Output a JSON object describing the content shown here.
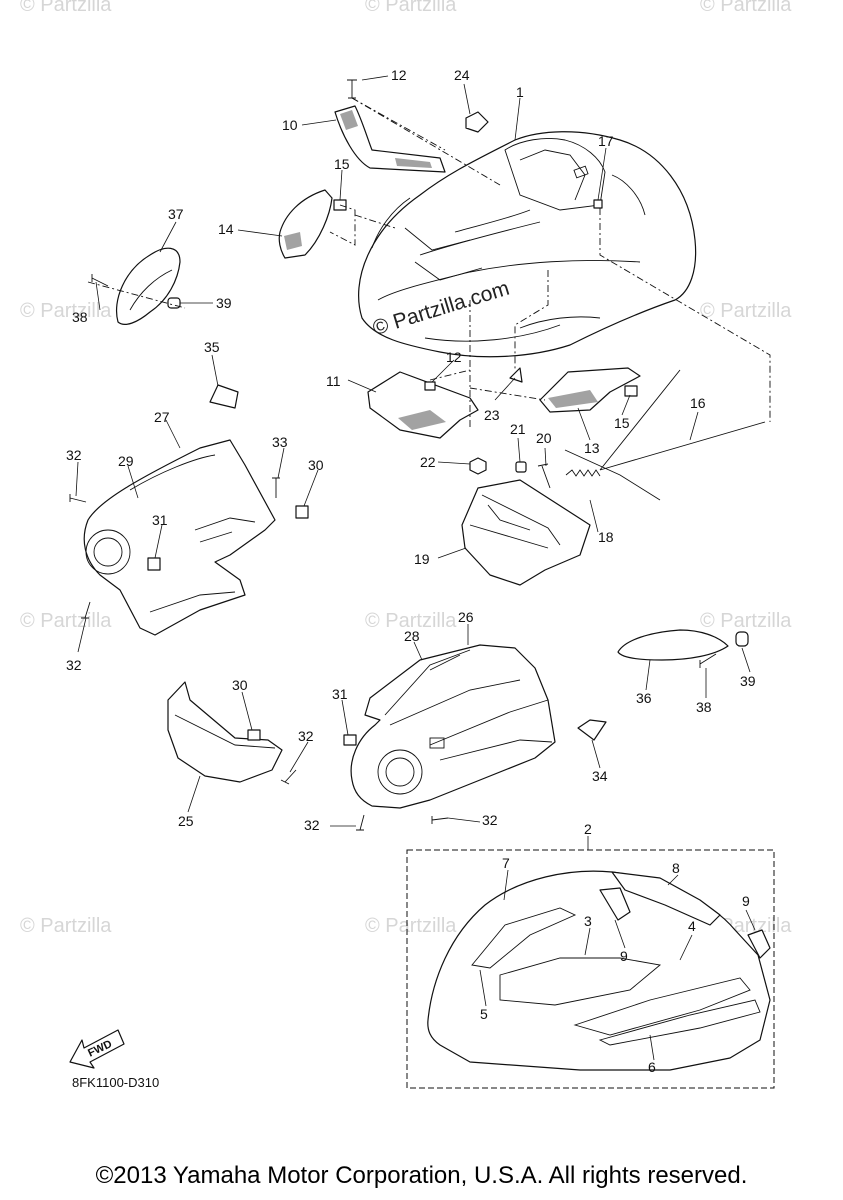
{
  "watermark": {
    "text": "© Partzilla",
    "center_text": "© Partzilla.com"
  },
  "diagram": {
    "code": "8FK1100-D310",
    "fwd_label": "FWD"
  },
  "callouts": [
    "1",
    "2",
    "3",
    "4",
    "5",
    "6",
    "7",
    "8",
    "9",
    "9",
    "10",
    "11",
    "12",
    "12",
    "13",
    "14",
    "15",
    "15",
    "16",
    "17",
    "18",
    "19",
    "20",
    "21",
    "22",
    "23",
    "24",
    "25",
    "26",
    "27",
    "28",
    "29",
    "30",
    "30",
    "31",
    "31",
    "32",
    "32",
    "32",
    "32",
    "32",
    "33",
    "34",
    "35",
    "36",
    "37",
    "38",
    "38",
    "39",
    "39"
  ],
  "footer": {
    "copyright": "©2013 Yamaha Motor Corporation, U.S.A. All rights reserved."
  }
}
